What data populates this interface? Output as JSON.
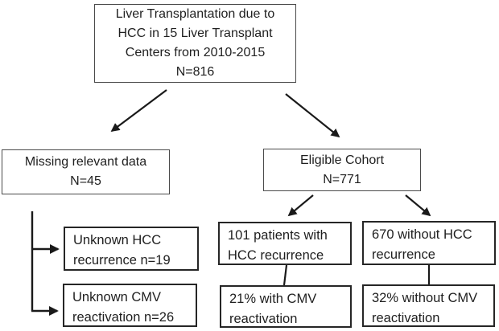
{
  "diagram": {
    "boxes": {
      "source": {
        "lines": [
          "Liver Transplantation due to",
          "HCC in 15 Liver Transplant",
          "Centers from 2010-2015",
          "N=816"
        ]
      },
      "missing": {
        "lines": [
          "Missing relevant data",
          "N=45"
        ]
      },
      "eligible": {
        "lines": [
          "Eligible Cohort",
          "N=771"
        ]
      },
      "unknown_hcc": {
        "lines": [
          "Unknown HCC",
          "recurrence n=19"
        ]
      },
      "unknown_cmv": {
        "lines": [
          "Unknown CMV",
          "reactivation n=26"
        ]
      },
      "hcc_recurrence": {
        "lines": [
          "101 patients with",
          "HCC recurrence"
        ]
      },
      "cmv_with": {
        "lines": [
          "21% with CMV",
          "reactivation"
        ]
      },
      "no_hcc_recurrence": {
        "lines": [
          "670 without HCC",
          "recurrence"
        ]
      },
      "cmv_without": {
        "lines": [
          "32% without CMV",
          "reactivation"
        ]
      }
    },
    "colors": {
      "background": "#ffffff",
      "box_border_light": "#4a4a4a",
      "box_border_dark": "#262626",
      "text": "#1f1f1f",
      "arrow": "#1a1a1a"
    }
  }
}
